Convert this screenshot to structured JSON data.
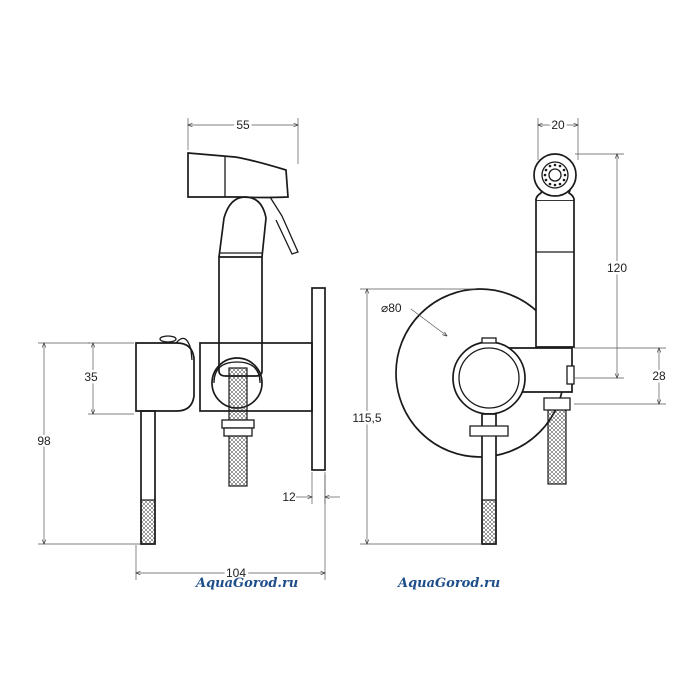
{
  "dimensions": {
    "side_width_top": "55",
    "side_height_35": "35",
    "side_height_98": "98",
    "side_width_104": "104",
    "side_plate_12": "12",
    "front_diameter": "⌀80",
    "front_height": "115,5",
    "front_width_top": "20",
    "front_height_120": "120",
    "front_height_28": "28"
  },
  "watermarks": {
    "left": "AquaGorod.ru",
    "right": "AquaGorod.ru"
  }
}
